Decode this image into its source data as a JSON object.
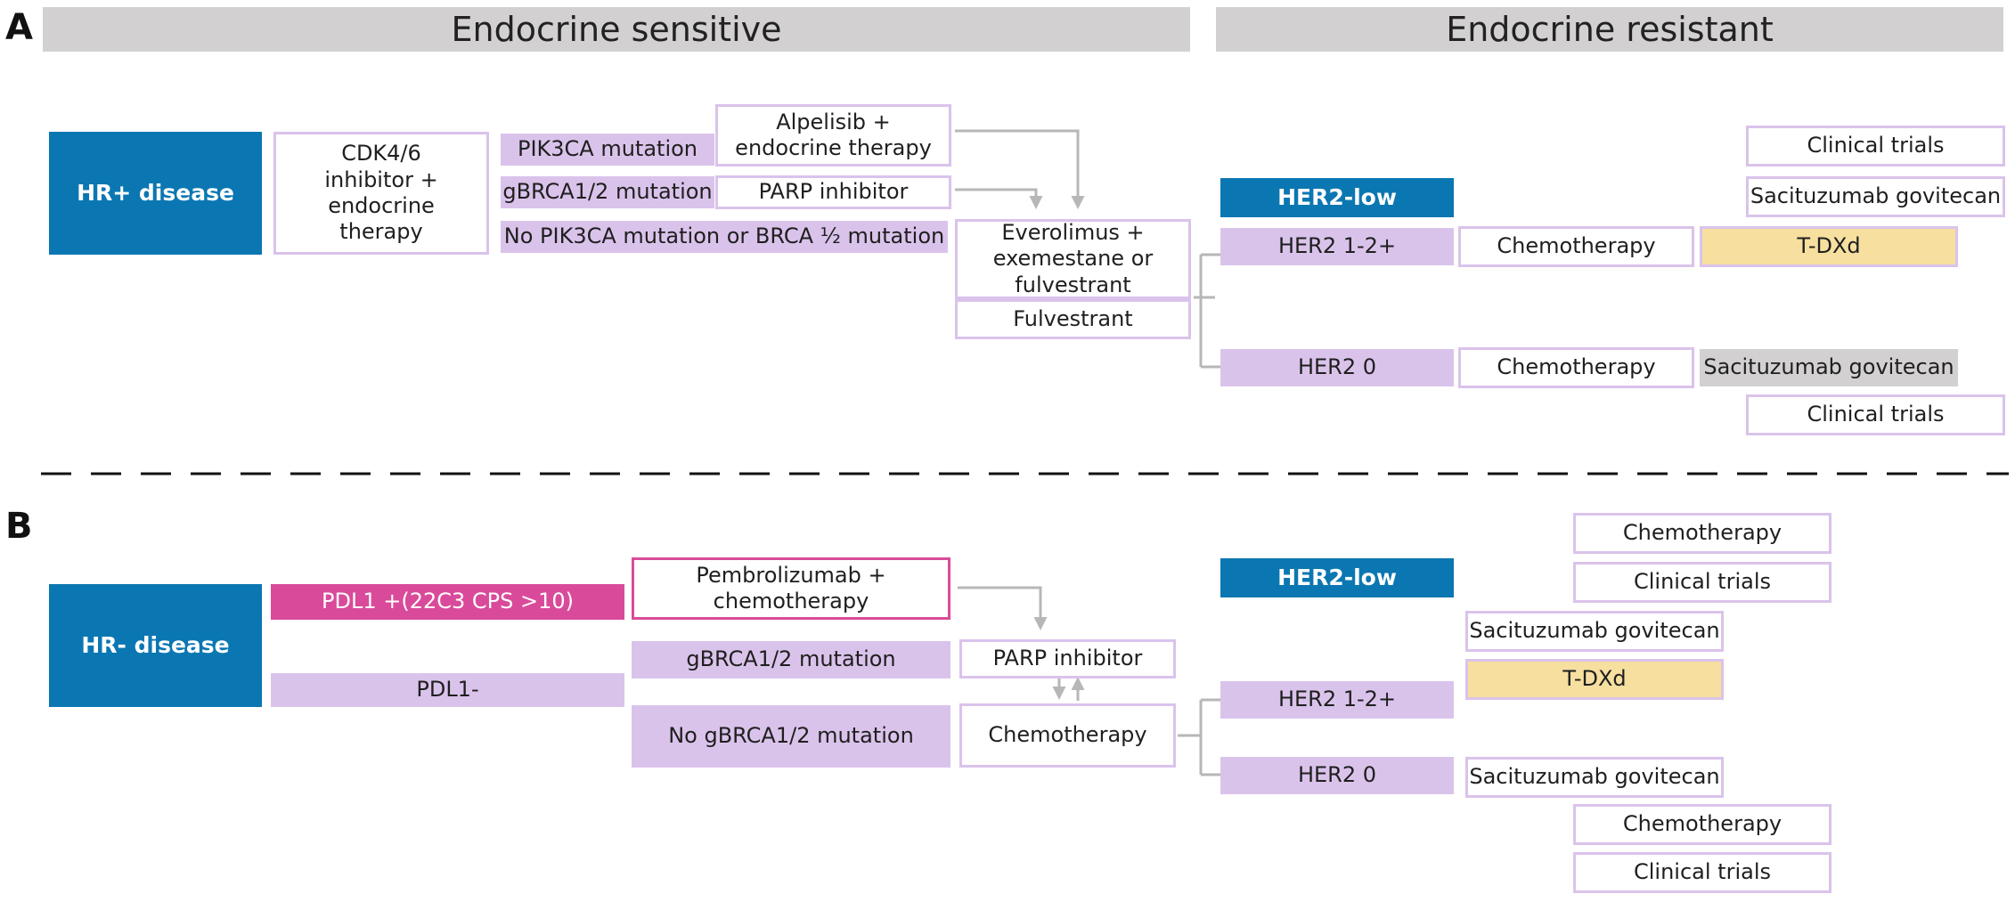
{
  "panel_a": {
    "letter": "A",
    "header_left": "Endocrine sensitive",
    "header_right": "Endocrine resistant",
    "hr_pos_disease": "HR+ disease",
    "cdk46": "CDK4/6 inhibitor + endocrine therapy",
    "pik3ca_mutation": "PIK3CA mutation",
    "gbrca_mutation": "gBRCA1/2 mutation",
    "no_mutation": "No PIK3CA mutation or BRCA ½ mutation",
    "alpelisib": "Alpelisib + endocrine therapy",
    "parp_inhibitor": "PARP inhibitor",
    "everolimus": "Everolimus + exemestane or fulvestrant",
    "fulvestrant": "Fulvestrant",
    "her2_low": "HER2-low",
    "her2_12": "HER2  1-2+",
    "her2_0": "HER2  0",
    "chemo_1": "Chemotherapy",
    "chemo_2": "Chemotherapy",
    "tdxd": "T-DXd",
    "sacituzumab_1": "Sacituzumab govitecan",
    "sacituzumab_2": "Sacituzumab govitecan",
    "clinical_trials_1": "Clinical trials",
    "clinical_trials_2": "Clinical trials"
  },
  "panel_b": {
    "letter": "B",
    "hr_neg_disease": "HR- disease",
    "pdl1_pos": "PDL1 +(22C3 CPS >10)",
    "pdl1_neg": "PDL1-",
    "pembrolizumab": "Pembrolizumab + chemotherapy",
    "gbrca_mutation": "gBRCA1/2 mutation",
    "no_gbrca": "No gBRCA1/2 mutation",
    "parp_inhibitor": "PARP inhibitor",
    "chemotherapy": "Chemotherapy",
    "her2_low": "HER2-low",
    "her2_12": "HER2  1-2+",
    "her2_0": "HER2  0",
    "chemo_top": "Chemotherapy",
    "clinical_trials_top": "Clinical trials",
    "sacituzumab_1": "Sacituzumab govitecan",
    "tdxd": "T-DXd",
    "sacituzumab_2": "Sacituzumab govitecan",
    "chemo_bottom": "Chemotherapy",
    "clinical_trials_bottom": "Clinical trials"
  },
  "colors": {
    "header_gray": "#d2d0d1",
    "disease_blue": "#0b77b2",
    "lavender": "#dac3eb",
    "pink": "#d94b9a",
    "tdxd_yellow": "#f7df9f",
    "connector_gray": "#b7b7b7"
  }
}
